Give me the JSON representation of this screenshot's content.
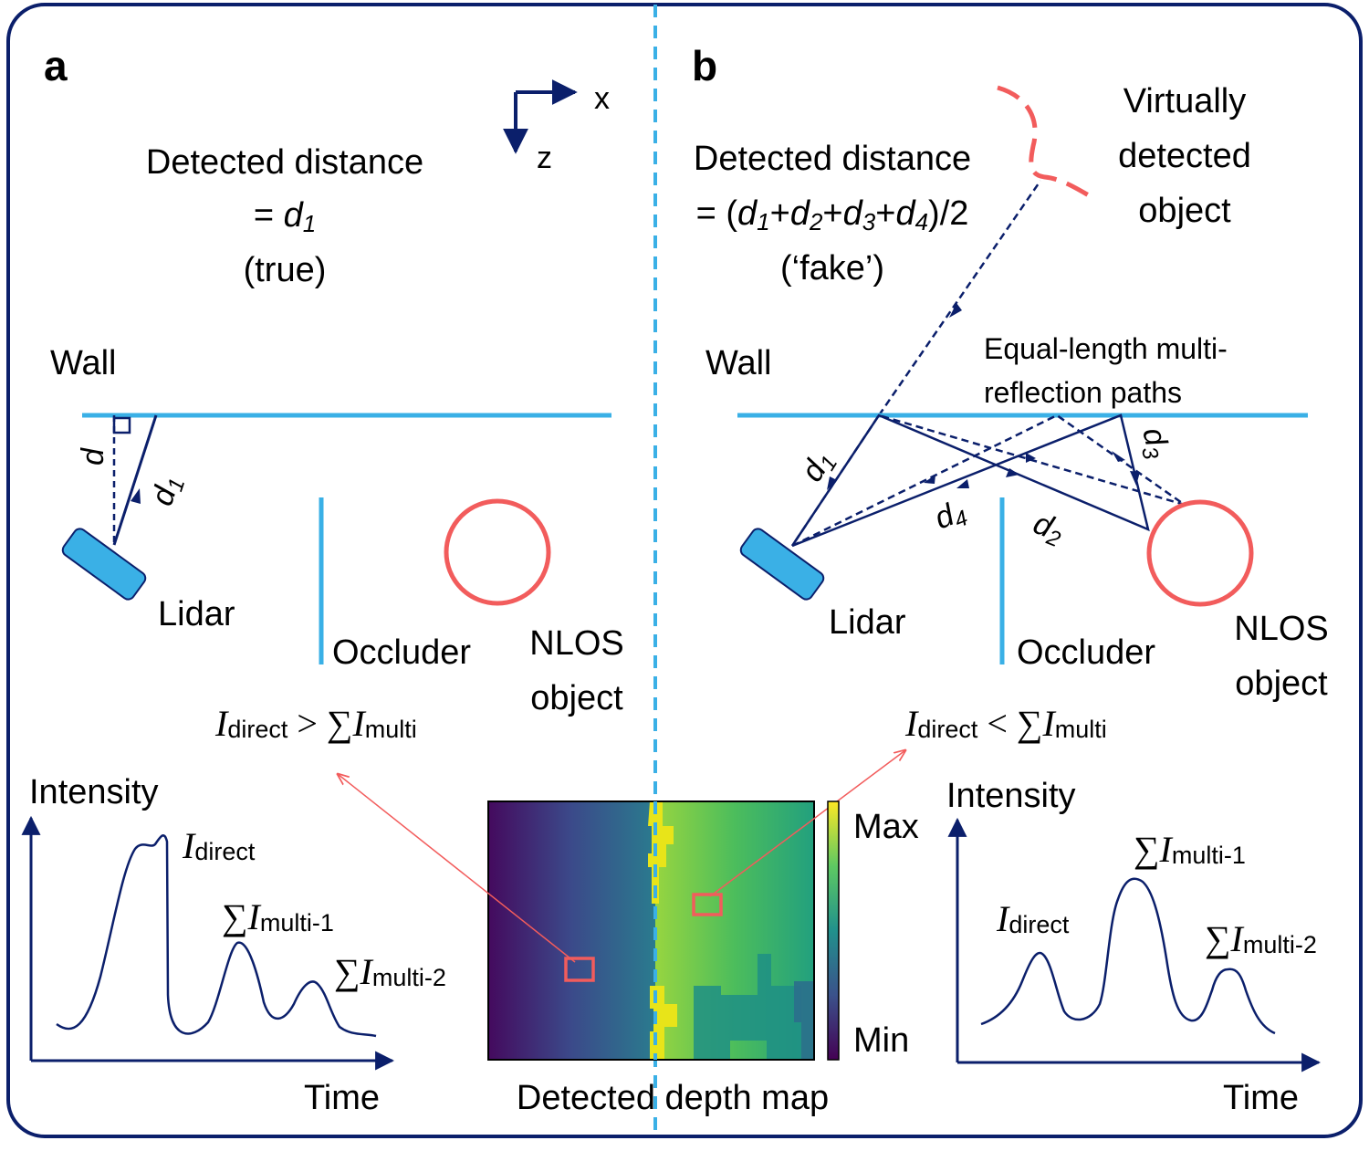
{
  "panel_a": {
    "letter": "a",
    "detected_label": "Detected distance",
    "detected_value_prefix": "= ",
    "detected_value": "d",
    "detected_value_sub": "1",
    "detected_note": "(true)",
    "wall_label": "Wall",
    "perp_label": "d",
    "path_label": "d",
    "path_label_sub": "1",
    "lidar_label": "Lidar",
    "occluder_label": "Occluder",
    "nlos_label_line1": "NLOS",
    "nlos_label_line2": "object",
    "relation": {
      "lhs": "I",
      "lhs_sub": "direct",
      "op": " > ∑",
      "rhs": "I",
      "rhs_sub": "multi"
    },
    "plot": {
      "y_axis_label": "Intensity",
      "x_axis_label": "Time",
      "peak_direct": {
        "sym": "I",
        "sub": "direct"
      },
      "peak_multi_1": {
        "sym": "∑I",
        "sub": "multi-1"
      },
      "peak_multi_2": {
        "sym": "∑I",
        "sub": "multi-2"
      }
    }
  },
  "axes": {
    "x": "x",
    "z": "z"
  },
  "panel_b": {
    "letter": "b",
    "detected_label": "Detected distance",
    "formula": [
      "= (",
      "d",
      "1",
      "+",
      "d",
      "2",
      "+",
      "d",
      "3",
      "+",
      "d",
      "4",
      ")/2"
    ],
    "fake_note": "(‘fake’)",
    "virtual_line1": "Virtually",
    "virtual_line2": "detected",
    "virtual_line3": "object",
    "equal_line1": "Equal-length multi-",
    "equal_line2": "reflection paths",
    "wall_label": "Wall",
    "d1": {
      "sym": "d",
      "sub": "1"
    },
    "d2": {
      "sym": "d",
      "sub": "2"
    },
    "d3": {
      "sym": "d",
      "sub": "3"
    },
    "d4": {
      "sym": "d",
      "sub": "4"
    },
    "lidar_label": "Lidar",
    "occluder_label": "Occluder",
    "nlos_label_line1": "NLOS",
    "nlos_label_line2": "object",
    "relation": {
      "lhs": "I",
      "lhs_sub": "direct",
      "op": " < ∑",
      "rhs": "I",
      "rhs_sub": "multi"
    },
    "plot": {
      "y_axis_label": "Intensity",
      "x_axis_label": "Time",
      "peak_direct": {
        "sym": "I",
        "sub": "direct"
      },
      "peak_multi_1": {
        "sym": "∑I",
        "sub": "multi-1"
      },
      "peak_multi_2": {
        "sym": "∑I",
        "sub": "multi-2"
      }
    }
  },
  "depth_map": {
    "caption": "Detected depth map",
    "colorbar_max": "Max",
    "colorbar_min": "Min"
  },
  "colors": {
    "frame": "#0b1f6b",
    "navy": "#0b1f6b",
    "wall_blue": "#3ab0e6",
    "object_red": "#f25c5c",
    "arrow_red": "#f25c5c"
  }
}
